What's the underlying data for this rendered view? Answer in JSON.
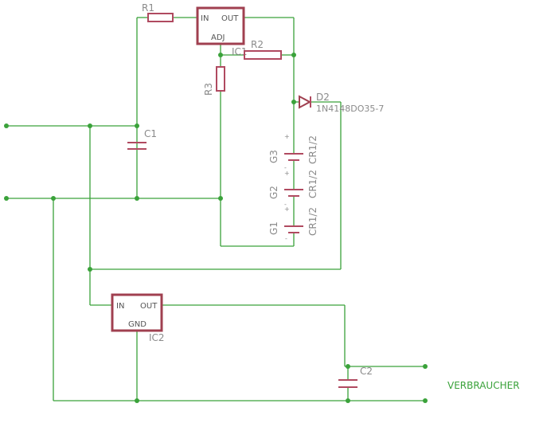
{
  "components": {
    "R1": "R1",
    "R2": "R2",
    "R3": "R3",
    "IC1": {
      "name": "IC1",
      "pin_in": "IN",
      "pin_out": "OUT",
      "pin_adj": "ADJ"
    },
    "IC2": {
      "name": "IC2",
      "pin_in": "IN",
      "pin_out": "OUT",
      "pin_gnd": "GND"
    },
    "C1": "C1",
    "C2": "C2",
    "D2": {
      "name": "D2",
      "value": "1N4148DO35-7"
    },
    "G1": {
      "name": "G1",
      "value": "CR1/2"
    },
    "G2": {
      "name": "G2",
      "value": "CR1/2"
    },
    "G3": {
      "name": "G3",
      "value": "CR1/2"
    },
    "polarity_plus": "+",
    "polarity_minus": "-"
  },
  "load_label": "VERBRAUCHER",
  "colors": {
    "wire": "#3aa23a",
    "component": "#a04050",
    "label": "#8a8a8a"
  }
}
